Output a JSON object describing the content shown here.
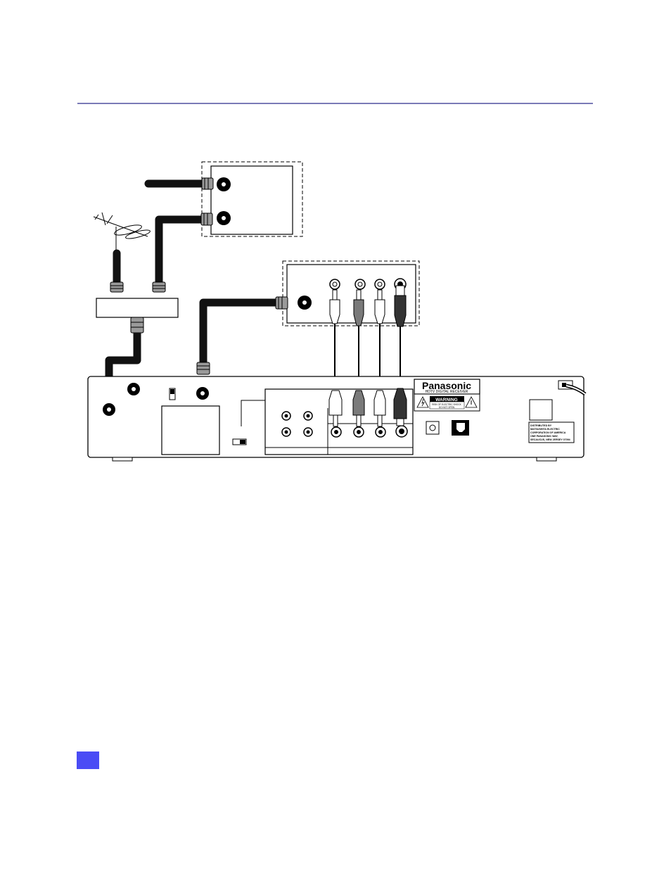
{
  "page": {
    "rule_color": "#2b2a8c",
    "page_marker_color": "#4a4cf5"
  },
  "receiver": {
    "brand": "Panasonic",
    "model_line": "HDTV DIGITAL RECEIVER",
    "warning_label": "WARNING",
    "warning_text_1": "RISK OF ELECTRIC SHOCK",
    "warning_text_2": "DO NOT OPEN",
    "distributor_lines": [
      "DISTRIBUTED BY",
      "MATSUSHITA ELECTRIC",
      "CORPORATION OF AMERICA",
      "ONE PANASONIC WAY,",
      "SECAUCUS, NEW JERSEY 07094"
    ]
  },
  "colors": {
    "cable": "#111111",
    "connector_fill": "#9a9a9a",
    "plug_grey": "#7a7a7a",
    "plug_dark": "#333333",
    "plug_white": "#ffffff"
  }
}
